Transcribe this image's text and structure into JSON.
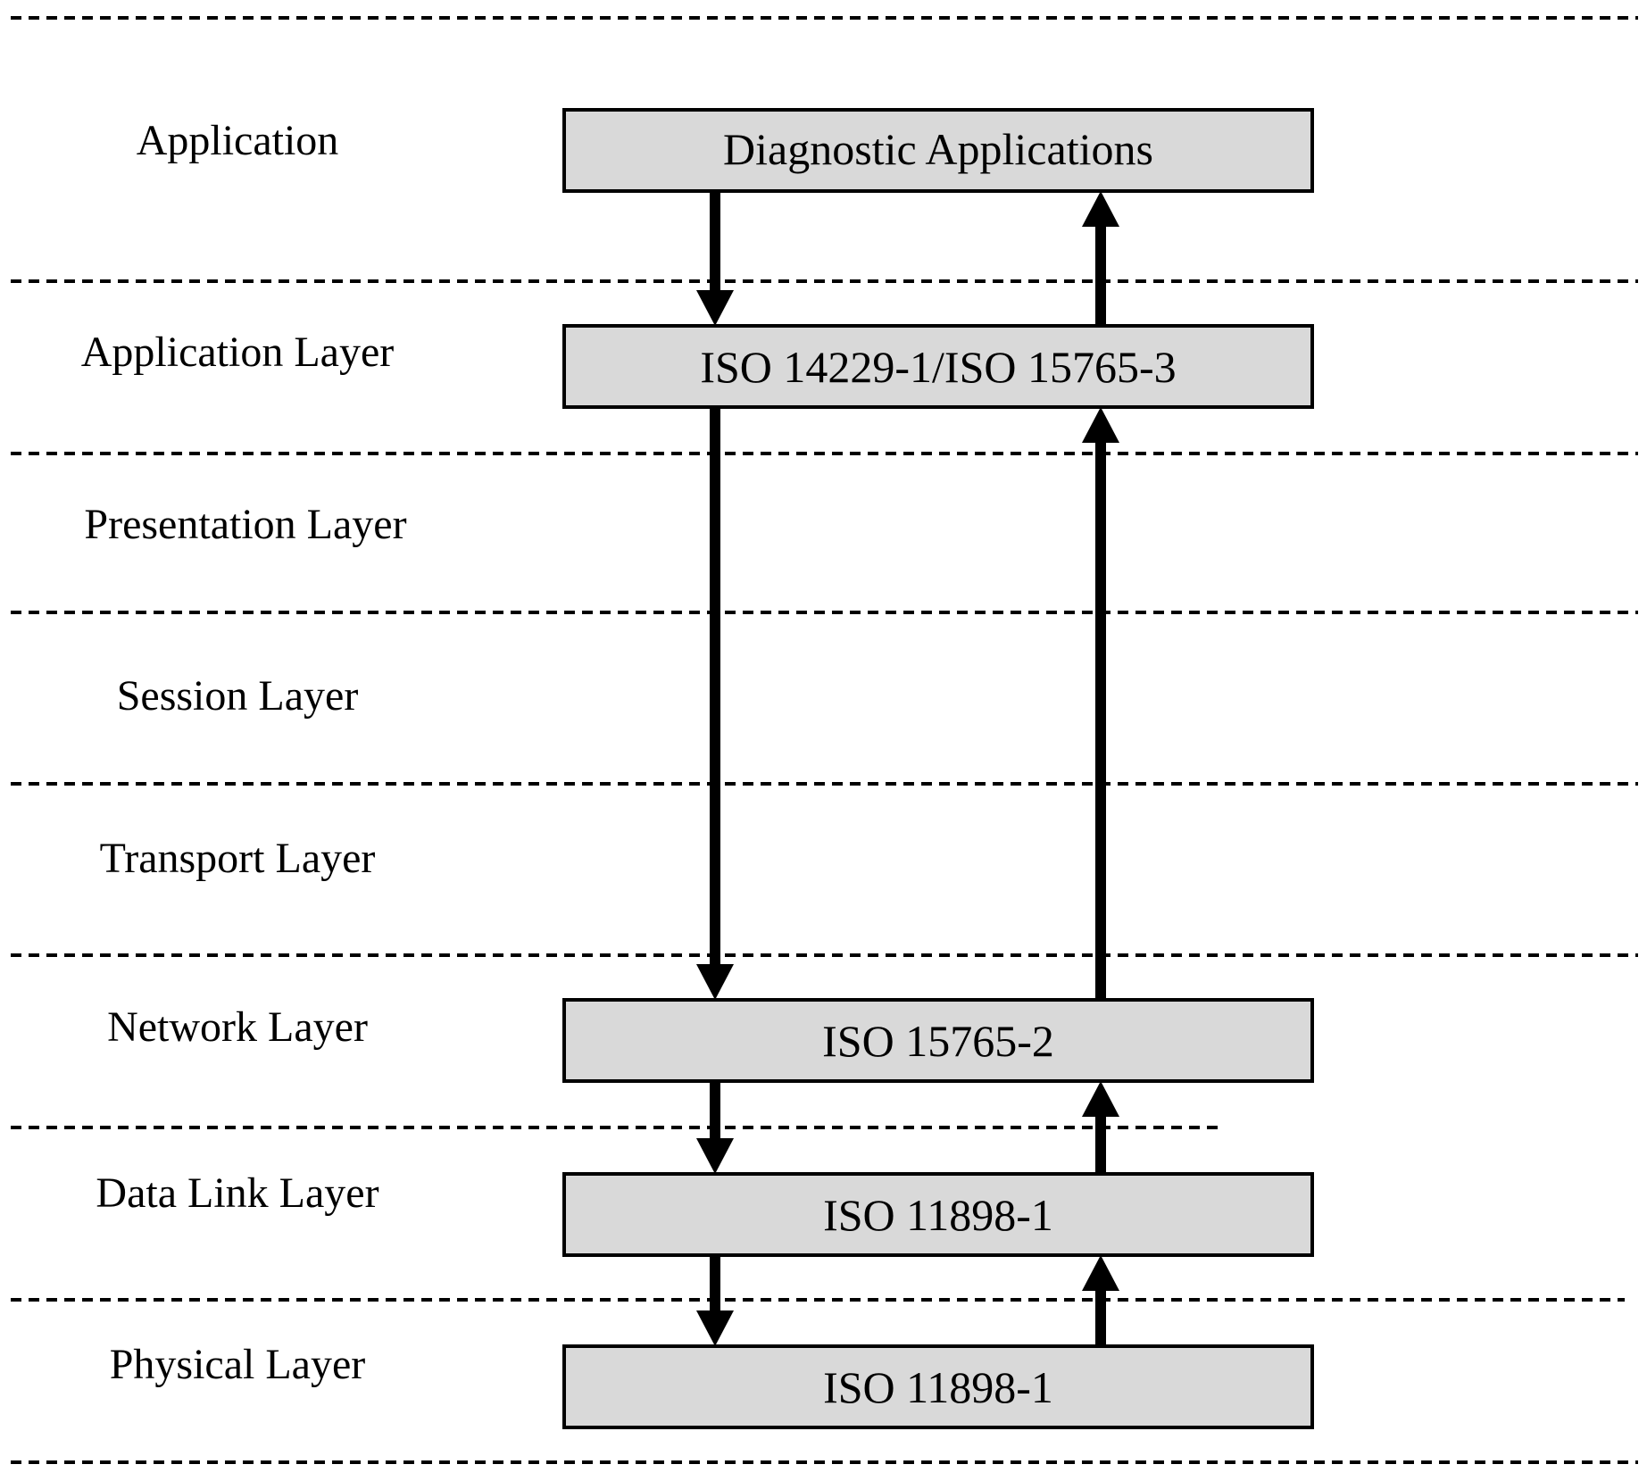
{
  "layers": [
    {
      "label": "Application"
    },
    {
      "label": "Application Layer"
    },
    {
      "label": "Presentation Layer"
    },
    {
      "label": "Session Layer"
    },
    {
      "label": "Transport Layer"
    },
    {
      "label": "Network Layer"
    },
    {
      "label": "Data Link Layer"
    },
    {
      "label": "Physical Layer"
    }
  ],
  "boxes": [
    {
      "text": "Diagnostic Applications"
    },
    {
      "text": "ISO 14229-1/ISO 15765-3"
    },
    {
      "text": "ISO 15765-2"
    },
    {
      "text": "ISO 11898-1"
    },
    {
      "text": "ISO 11898-1"
    }
  ],
  "colors": {
    "box_fill": "#d9d9d9",
    "line": "#000000"
  }
}
